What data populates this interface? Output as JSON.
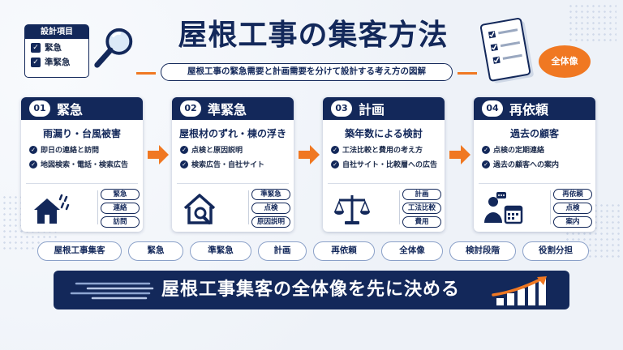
{
  "title": "屋根工事の集客方法",
  "subtitle": "屋根工事の緊急需要と計画需要を分けて設計する考え方の図解",
  "legend": {
    "heading": "設計項目",
    "items": [
      "緊急",
      "準緊急"
    ]
  },
  "overall_badge": "全体像",
  "cards": [
    {
      "num": "01",
      "title": "緊急",
      "subtitle": "雨漏り・台風被害",
      "bullets": [
        "即日の連絡と訪問",
        "地図検索・電話・検索広告"
      ],
      "icon": "house-rain-icon",
      "tags": [
        "緊急",
        "連絡",
        "訪問"
      ]
    },
    {
      "num": "02",
      "title": "準緊急",
      "subtitle": "屋根材のずれ・棟の浮き",
      "bullets": [
        "点検と原因説明",
        "検索広告・自社サイト"
      ],
      "icon": "house-search-icon",
      "tags": [
        "準緊急",
        "点検",
        "原因説明"
      ]
    },
    {
      "num": "03",
      "title": "計画",
      "subtitle": "築年数による検討",
      "bullets": [
        "工法比較と費用の考え方",
        "自社サイト・比較層への広告"
      ],
      "icon": "balance-scale-icon",
      "tags": [
        "計画",
        "工法比較",
        "費用"
      ]
    },
    {
      "num": "04",
      "title": "再依頼",
      "subtitle": "過去の顧客",
      "bullets": [
        "点検の定期連絡",
        "過去の顧客への案内"
      ],
      "icon": "person-calendar-icon",
      "tags": [
        "再依頼",
        "点検",
        "案内"
      ]
    }
  ],
  "keywords": [
    "屋根工事集客",
    "緊急",
    "準緊急",
    "計画",
    "再依頼",
    "全体像",
    "検討段階",
    "役割分担"
  ],
  "banner": "屋根工事集客の全体像を先に決める",
  "colors": {
    "navy": "#13285a",
    "accent": "#f07822",
    "background": "#eef2f8"
  }
}
